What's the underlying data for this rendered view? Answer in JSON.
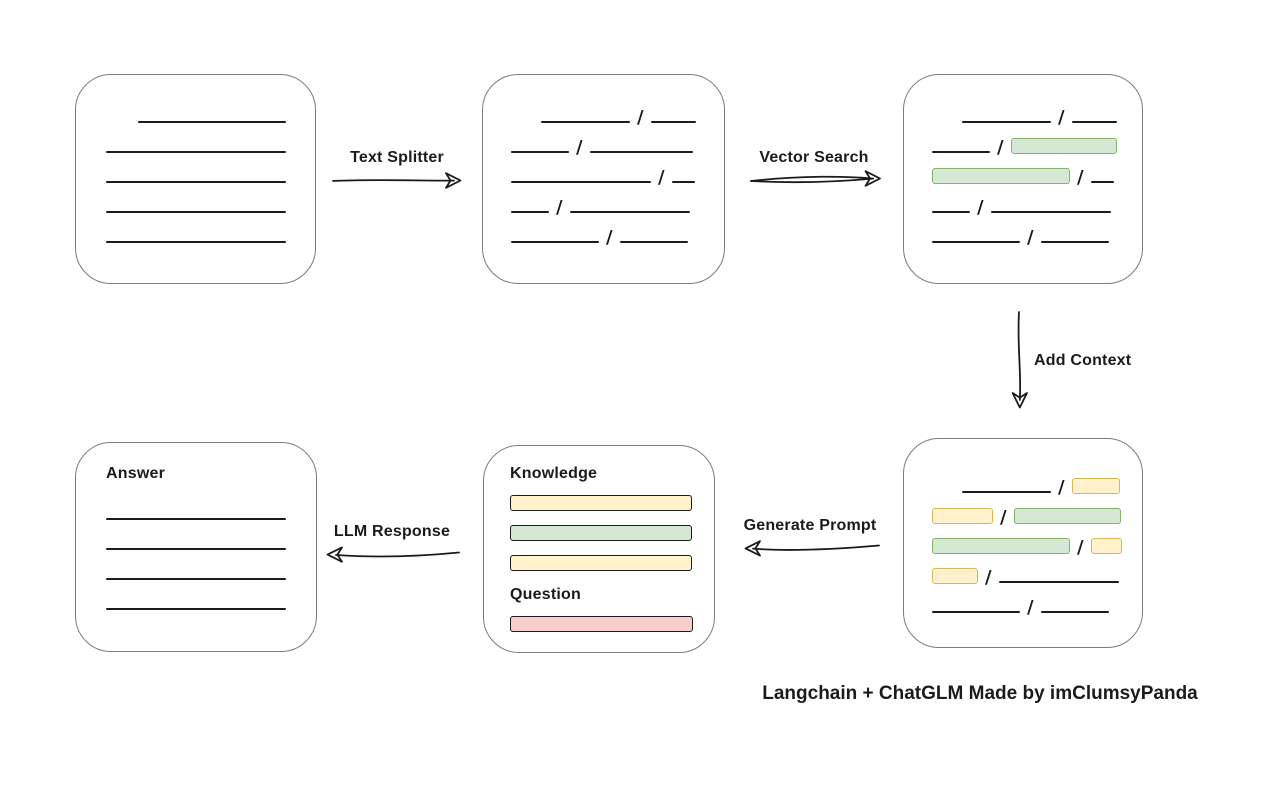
{
  "caption": "Langchain + ChatGLM Made by imClumsyPanda",
  "labels": {
    "text_splitter": "Text Splitter",
    "vector_search": "Vector Search",
    "add_context": "Add Context",
    "generate_prompt": "Generate Prompt",
    "llm_response": "LLM Response",
    "knowledge": "Knowledge",
    "question": "Question",
    "answer": "Answer"
  },
  "colors": {
    "line": "#1b1b1b",
    "box_border": "#7d7d7d",
    "green_fill": "#d5e8d4",
    "green_border": "#82b366",
    "yellow_fill": "#fff2cc",
    "yellow_border": "#d6b656",
    "red_fill": "#f8cecc",
    "red_border": "#b85450"
  },
  "boxes": {
    "document": {
      "rows": [
        {
          "indent": 32,
          "segs": [
            {
              "t": "line",
              "w": 148
            }
          ]
        },
        {
          "segs": [
            {
              "t": "line",
              "w": 180
            }
          ]
        },
        {
          "segs": [
            {
              "t": "line",
              "w": 180
            }
          ]
        },
        {
          "segs": [
            {
              "t": "line",
              "w": 180
            }
          ]
        },
        {
          "segs": [
            {
              "t": "line",
              "w": 180
            }
          ]
        }
      ]
    },
    "chunks": {
      "rows": [
        {
          "indent": 30,
          "segs": [
            {
              "t": "line",
              "w": 89
            },
            {
              "t": "slash"
            },
            {
              "t": "line",
              "w": 45
            }
          ]
        },
        {
          "segs": [
            {
              "t": "line",
              "w": 58
            },
            {
              "t": "slash"
            },
            {
              "t": "line",
              "w": 103
            }
          ]
        },
        {
          "segs": [
            {
              "t": "line",
              "w": 140
            },
            {
              "t": "slash"
            },
            {
              "t": "line",
              "w": 23
            }
          ]
        },
        {
          "segs": [
            {
              "t": "line",
              "w": 38
            },
            {
              "t": "slash"
            },
            {
              "t": "line",
              "w": 120
            }
          ]
        },
        {
          "segs": [
            {
              "t": "line",
              "w": 88
            },
            {
              "t": "slash"
            },
            {
              "t": "line",
              "w": 68
            }
          ]
        }
      ]
    },
    "vector": {
      "rows": [
        {
          "indent": 30,
          "segs": [
            {
              "t": "line",
              "w": 89
            },
            {
              "t": "slash"
            },
            {
              "t": "line",
              "w": 45
            }
          ]
        },
        {
          "segs": [
            {
              "t": "line",
              "w": 58
            },
            {
              "t": "slash"
            },
            {
              "t": "bar",
              "c": "green",
              "w": 106
            }
          ]
        },
        {
          "segs": [
            {
              "t": "bar",
              "c": "green",
              "w": 138
            },
            {
              "t": "slash"
            },
            {
              "t": "line",
              "w": 23
            }
          ]
        },
        {
          "segs": [
            {
              "t": "line",
              "w": 38
            },
            {
              "t": "slash"
            },
            {
              "t": "line",
              "w": 120
            }
          ]
        },
        {
          "segs": [
            {
              "t": "line",
              "w": 88
            },
            {
              "t": "slash"
            },
            {
              "t": "line",
              "w": 68
            }
          ]
        }
      ]
    },
    "context": {
      "rows": [
        {
          "indent": 30,
          "segs": [
            {
              "t": "line",
              "w": 89
            },
            {
              "t": "slash"
            },
            {
              "t": "bar",
              "c": "yellow",
              "w": 48
            }
          ]
        },
        {
          "segs": [
            {
              "t": "bar",
              "c": "yellow",
              "w": 61
            },
            {
              "t": "slash"
            },
            {
              "t": "bar",
              "c": "green",
              "w": 107
            }
          ]
        },
        {
          "segs": [
            {
              "t": "bar",
              "c": "green",
              "w": 138
            },
            {
              "t": "slash"
            },
            {
              "t": "bar",
              "c": "yellow",
              "w": 31
            }
          ]
        },
        {
          "segs": [
            {
              "t": "bar",
              "c": "yellow",
              "w": 46
            },
            {
              "t": "slash"
            },
            {
              "t": "line",
              "w": 120
            }
          ]
        },
        {
          "segs": [
            {
              "t": "line",
              "w": 88
            },
            {
              "t": "slash"
            },
            {
              "t": "line",
              "w": 68
            }
          ]
        }
      ]
    },
    "prompt": {
      "knowledge_bars": [
        {
          "c": "yellow",
          "w": 182
        },
        {
          "c": "green",
          "w": 182
        },
        {
          "c": "yellow",
          "w": 182
        }
      ],
      "question_bars": [
        {
          "c": "red",
          "w": 183
        }
      ]
    },
    "answer": {
      "rows": [
        {
          "segs": [
            {
              "t": "line",
              "w": 180
            }
          ]
        },
        {
          "segs": [
            {
              "t": "line",
              "w": 180
            }
          ]
        },
        {
          "segs": [
            {
              "t": "line",
              "w": 180
            }
          ]
        },
        {
          "segs": [
            {
              "t": "line",
              "w": 180
            }
          ]
        }
      ]
    }
  }
}
